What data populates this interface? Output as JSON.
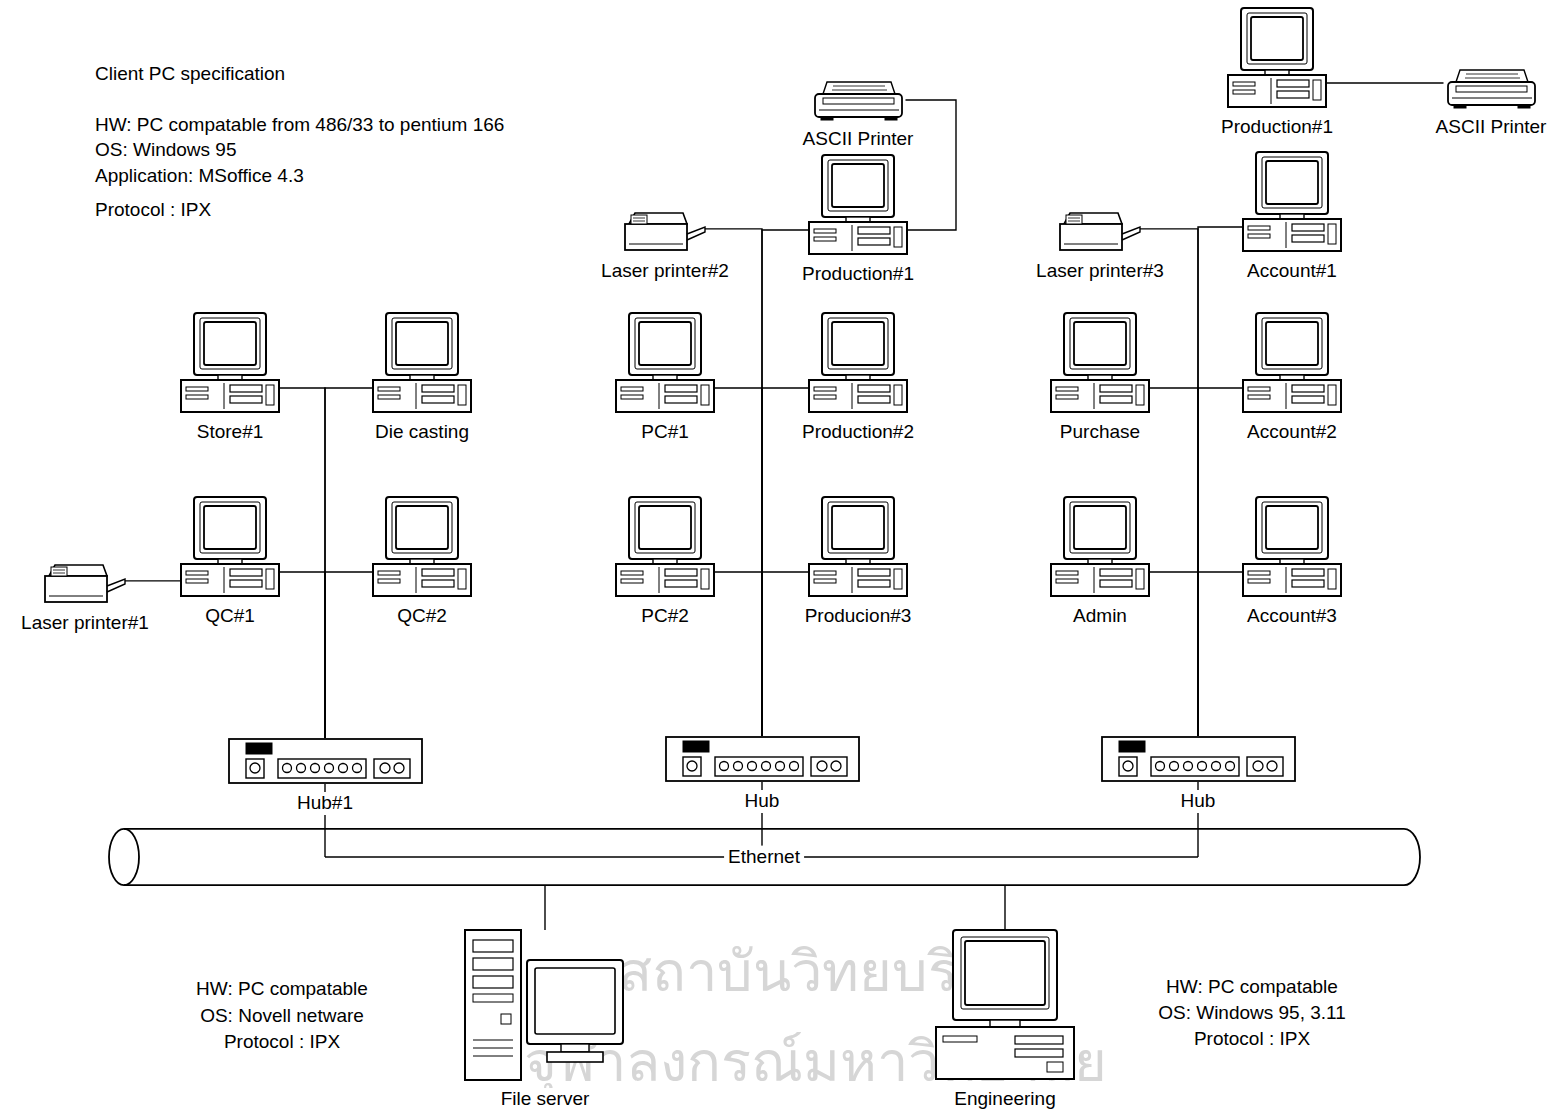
{
  "diagram": {
    "nodes": [
      {
        "text": [
          "ASCII Printer"
        ]
      },
      {
        "text": [
          "Production#1"
        ]
      },
      {
        "text": [
          "ASCII Printer"
        ]
      },
      {
        "text": [
          "Laser printer#2"
        ]
      },
      {
        "text": [
          "Production#1"
        ]
      },
      {
        "text": [
          "Laser printer#3"
        ]
      },
      {
        "text": [
          "Account#1"
        ]
      },
      {
        "text": [
          "Store#1"
        ]
      },
      {
        "text": [
          "Die casting"
        ]
      },
      {
        "text": [
          "PC#1"
        ]
      },
      {
        "text": [
          "Production#2"
        ]
      },
      {
        "text": [
          "Purchase"
        ]
      },
      {
        "text": [
          "Account#2"
        ]
      },
      {
        "text": [
          "Laser printer#1"
        ]
      },
      {
        "text": [
          "QC#1"
        ]
      },
      {
        "text": [
          "QC#2"
        ]
      },
      {
        "text": [
          "PC#2"
        ]
      },
      {
        "text": [
          "Producion#3"
        ]
      },
      {
        "text": [
          "Admin"
        ]
      },
      {
        "text": [
          "Account#3"
        ]
      },
      {
        "text": [
          "Hub#1"
        ]
      },
      {
        "text": [
          "Hub"
        ]
      },
      {
        "text": [
          "Hub"
        ]
      },
      {
        "text": [
          "Ethernet"
        ]
      },
      {
        "text": [
          "File server"
        ]
      },
      {
        "text": [
          "Engineering"
        ]
      }
    ],
    "edges": [
      {
        "from": 0,
        "to": 4,
        "arrow": "none"
      },
      {
        "from": 1,
        "to": 2,
        "arrow": "none"
      },
      {
        "from": 3,
        "to": 21,
        "arrow": "none"
      },
      {
        "from": 4,
        "to": 21,
        "arrow": "none"
      },
      {
        "from": 5,
        "to": 22,
        "arrow": "none"
      },
      {
        "from": 6,
        "to": 22,
        "arrow": "none"
      },
      {
        "from": 7,
        "to": 20,
        "arrow": "none"
      },
      {
        "from": 8,
        "to": 20,
        "arrow": "none"
      },
      {
        "from": 9,
        "to": 21,
        "arrow": "none"
      },
      {
        "from": 10,
        "to": 21,
        "arrow": "none"
      },
      {
        "from": 11,
        "to": 22,
        "arrow": "none"
      },
      {
        "from": 12,
        "to": 22,
        "arrow": "none"
      },
      {
        "from": 13,
        "to": 14,
        "arrow": "none"
      },
      {
        "from": 14,
        "to": 20,
        "arrow": "none"
      },
      {
        "from": 15,
        "to": 20,
        "arrow": "none"
      },
      {
        "from": 16,
        "to": 21,
        "arrow": "none"
      },
      {
        "from": 17,
        "to": 21,
        "arrow": "none"
      },
      {
        "from": 18,
        "to": 22,
        "arrow": "none"
      },
      {
        "from": 19,
        "to": 22,
        "arrow": "none"
      },
      {
        "from": 20,
        "to": 23,
        "arrow": "none"
      },
      {
        "from": 21,
        "to": 23,
        "arrow": "none"
      },
      {
        "from": 22,
        "to": 23,
        "arrow": "none"
      },
      {
        "from": 24,
        "to": 23,
        "arrow": "none"
      },
      {
        "from": 25,
        "to": 23,
        "arrow": "none"
      }
    ],
    "labels": [
      "Client PC specification",
      "HW: PC compatable from 486/33 to pentium 166",
      "OS: Windows 95",
      "Application: MSoffice 4.3",
      "Protocol : IPX",
      "HW: PC compatable",
      "OS: Novell netware",
      "Protocol : IPX",
      "HW: PC compatable",
      "OS: Windows 95, 3.11",
      "Protocol : IPX",
      "สถาบันวิทยบริการ",
      "จุฬาลงกรณ์มหาวิทยาลัย"
    ]
  }
}
